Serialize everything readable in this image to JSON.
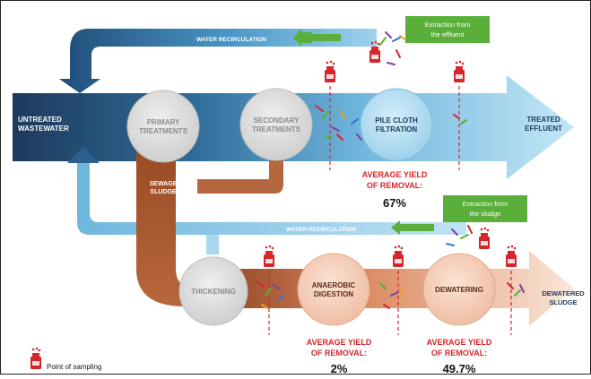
{
  "labels": {
    "untreated": [
      "UNTREATED",
      "WASTEWATER"
    ],
    "primary": [
      "PRIMARY",
      "TREATMENTS"
    ],
    "secondary": [
      "SECONDARY",
      "TREATMENTS"
    ],
    "pile_cloth": [
      "PILE CLOTH",
      "FILTRATION"
    ],
    "treated": [
      "TREATED",
      "EFFLUENT"
    ],
    "sewage_sludge": [
      "SEWAGE",
      "SLUDGE"
    ],
    "thickening": "THICKENING",
    "anaerobic": [
      "ANAEROBIC",
      "DIGESTION"
    ],
    "dewatering": "DEWATERING",
    "dewatered": [
      "DEWATERED",
      "SLUDGE"
    ],
    "water_recirculation_top": "WATER RECIRCULATION",
    "water_recirculation_mid": "WATER RECIRCULATION"
  },
  "extraction_boxes": {
    "effluent": [
      "Extraction from",
      "the effluent"
    ],
    "sludge": [
      "Extraction from",
      "the sludge"
    ]
  },
  "yields": {
    "filtration": {
      "label": [
        "AVERAGE YIELD",
        "OF REMOVAL:"
      ],
      "value": "67%"
    },
    "digestion": {
      "label": [
        "AVERAGE YIELD",
        "OF REMOVAL:"
      ],
      "value": "2%"
    },
    "dewatering": {
      "label": [
        "AVERAGE YIELD",
        "OF REMOVAL:"
      ],
      "value": "49.7%"
    }
  },
  "legend": {
    "label": "Point of sampling",
    "icon": "sampling-bottle-icon"
  },
  "colors": {
    "dark_blue": "#1d3a5c",
    "mid_blue": "#3f86b6",
    "light_blue": "#a9d8ef",
    "brown": "#a4552c",
    "peach": "#f5cfba",
    "green": "#5aae3a",
    "red": "#d6262a",
    "circle_gray": "#d9d9d9"
  }
}
